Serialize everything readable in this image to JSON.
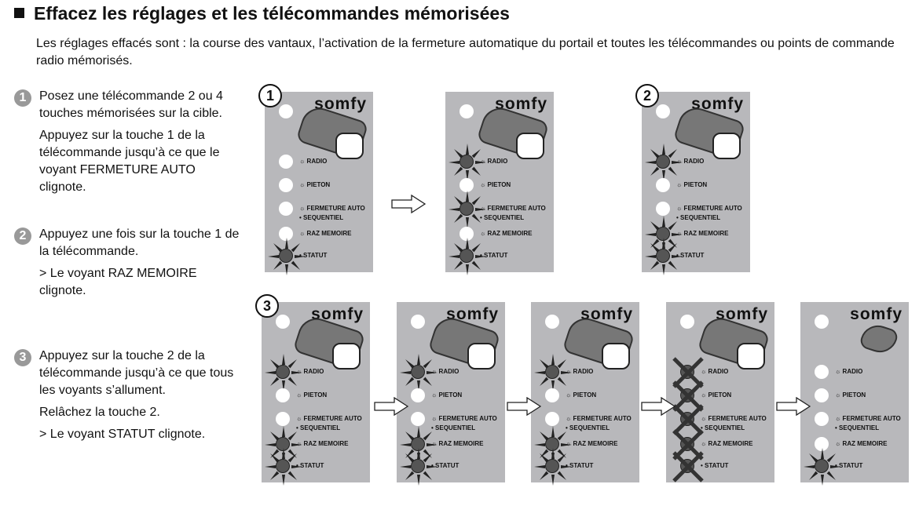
{
  "title": "Effacez les réglages et les télécommandes mémorisées",
  "intro": "Les réglages effacés sont : la course des vantaux, l’activation de la fermeture automatique du portail et toutes les télécommandes ou points de commande radio mémorisés.",
  "steps": [
    {
      "num": "1",
      "lines": [
        "Posez une télécommande 2 ou 4 touches mémorisées sur la cible.",
        "Appuyez sur la touche 1 de la télécommande jusqu’à ce que le voyant FERMETURE AUTO clignote."
      ]
    },
    {
      "num": "2",
      "lines": [
        "Appuyez une fois sur la touche 1 de la télécommande.",
        "> Le voyant RAZ MEMOIRE clignote."
      ]
    },
    {
      "num": "3",
      "lines": [
        "Appuyez sur la touche 2 de la télécommande jusqu’à ce que tous les voyants s’allument.",
        "Relâchez la touche 2.",
        "> Le voyant STATUT clignote."
      ]
    }
  ],
  "panel_logo": "somfy",
  "panel_labels": [
    "RADIO",
    "PIETON",
    "FERMETURE AUTO",
    "SEQUENTIEL",
    "RAZ MEMOIRE",
    "STATUT"
  ],
  "panels": [
    {
      "badge": "1",
      "leds": [
        "off",
        "off",
        "off",
        "off",
        "blink"
      ]
    },
    {
      "badge": "",
      "leds": [
        "blink",
        "off",
        "blink",
        "off",
        "blink"
      ]
    },
    {
      "badge": "2",
      "leds": [
        "blink",
        "off",
        "off",
        "blink",
        "blink"
      ]
    },
    {
      "badge": "3",
      "leds": [
        "blink",
        "off",
        "off",
        "blink",
        "blink"
      ]
    },
    {
      "badge": "",
      "leds": [
        "blink",
        "off",
        "off",
        "blink",
        "blink"
      ]
    },
    {
      "badge": "",
      "leds": [
        "blink",
        "off",
        "off",
        "blink",
        "blink"
      ]
    },
    {
      "badge": "",
      "leds": [
        "on",
        "on",
        "on",
        "on",
        "on"
      ]
    },
    {
      "badge": "",
      "leds": [
        "off",
        "off",
        "off",
        "off",
        "blink"
      ]
    }
  ]
}
